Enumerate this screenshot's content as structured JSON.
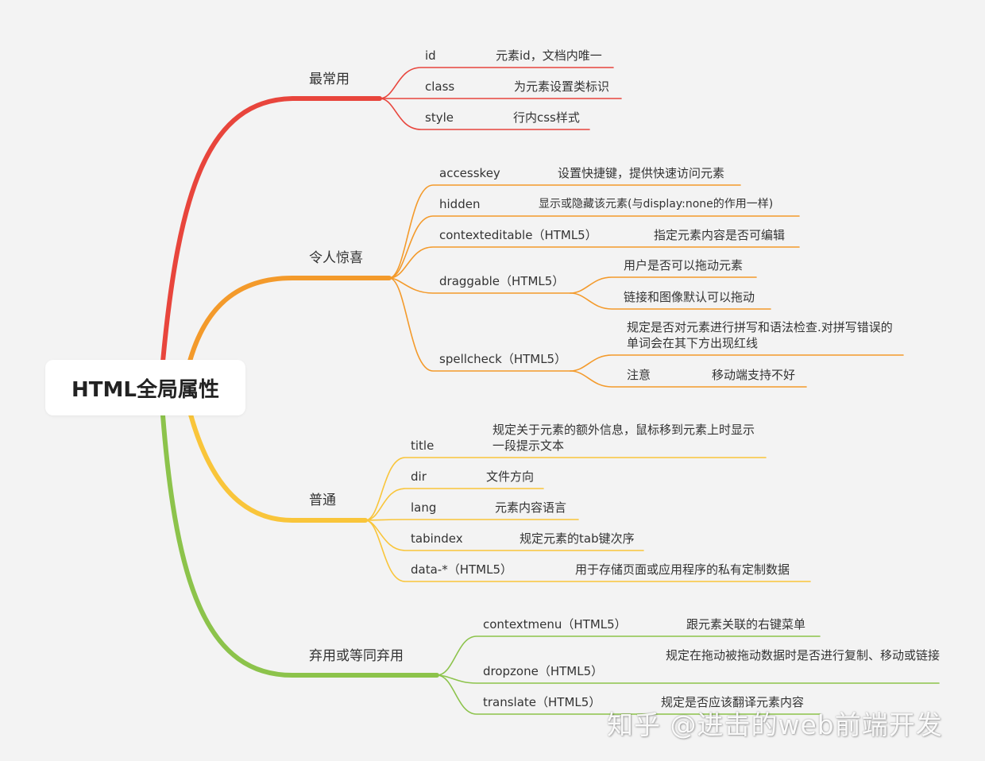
{
  "root": {
    "label": "HTML全局属性"
  },
  "colors": {
    "red": "#e8453c",
    "orange": "#f39a2b",
    "yellow": "#f9c53a",
    "green": "#8cc34b"
  },
  "branches": [
    {
      "label": "最常用",
      "items": [
        {
          "name": "id",
          "desc": "元素id，文档内唯一"
        },
        {
          "name": "class",
          "desc": "为元素设置类标识"
        },
        {
          "name": "style",
          "desc": "行内css样式"
        }
      ]
    },
    {
      "label": "令人惊喜",
      "items": [
        {
          "name": "accesskey",
          "desc": "设置快捷键，提供快速访问元素"
        },
        {
          "name": "hidden",
          "desc": "显示或隐藏该元素(与display:none的作用一样)"
        },
        {
          "name": "contexteditable（HTML5）",
          "desc": "指定元素内容是否可编辑"
        },
        {
          "name": "draggable（HTML5）",
          "subs": [
            "用户是否可以拖动元素",
            "链接和图像默认可以拖动"
          ]
        },
        {
          "name": "spellcheck（HTML5）",
          "subs": [
            "规定是否对元素进行拼写和语法检查.对拼写错误的单词会在其下方出现红线"
          ],
          "note": {
            "label": "注意",
            "desc": "移动端支持不好"
          }
        }
      ]
    },
    {
      "label": "普通",
      "items": [
        {
          "name": "title",
          "desc": "规定关于元素的额外信息，鼠标移到元素上时显示一段提示文本"
        },
        {
          "name": "dir",
          "desc": "文件方向"
        },
        {
          "name": "lang",
          "desc": "元素内容语言"
        },
        {
          "name": "tabindex",
          "desc": "规定元素的tab键次序"
        },
        {
          "name": "data-*（HTML5）",
          "desc": "用于存储页面或应用程序的私有定制数据"
        }
      ]
    },
    {
      "label": "弃用或等同弃用",
      "items": [
        {
          "name": "contextmenu（HTML5）",
          "desc": "跟元素关联的右键菜单"
        },
        {
          "name": "dropzone（HTML5）",
          "desc": "规定在拖动被拖动数据时是否进行复制、移动或链接"
        },
        {
          "name": "translate（HTML5）",
          "desc": "规定是否应该翻译元素内容"
        }
      ]
    }
  ],
  "watermark": "知乎 @进击的web前端开发"
}
